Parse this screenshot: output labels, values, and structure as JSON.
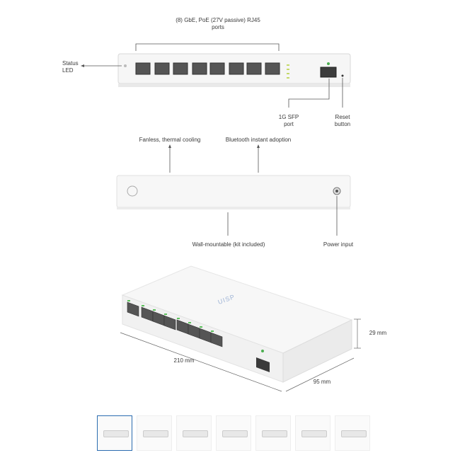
{
  "labels": {
    "ports": "(8) GbE, PoE (27V passive) RJ45\nports",
    "status_led": "Status\nLED",
    "sfp_port": "1G SFP\nport",
    "reset_button": "Reset\nbutton",
    "fanless": "Fanless, thermal cooling",
    "bluetooth": "Bluetooth instant adoption",
    "wall_mount": "Wall-mountable (kit included)",
    "power_input": "Power input",
    "height": "29 mm",
    "width": "210 mm",
    "depth": "95 mm",
    "logo": "UISP"
  },
  "thumbnails": {
    "count": 7,
    "active_index": 0
  },
  "colors": {
    "port_led": "#4caf50",
    "device_body": "#f4f4f4",
    "active_thumb_border": "#2b6cb0"
  }
}
